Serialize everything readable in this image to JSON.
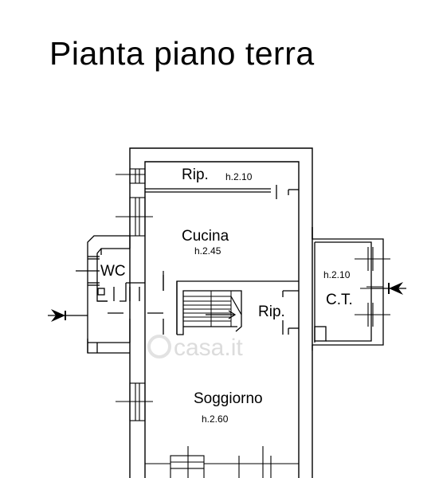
{
  "title": "Pianta piano terra",
  "rooms": {
    "rip_top": {
      "name": "Rip.",
      "height": "h.2.10"
    },
    "cucina": {
      "name": "Cucina",
      "height": "h.2.45"
    },
    "wc": {
      "name": "WC"
    },
    "ct": {
      "name": "C.T.",
      "height": "h.2.10"
    },
    "rip_stairs": {
      "name": "Rip."
    },
    "soggiorno": {
      "name": "Soggiorno",
      "height": "h.2.60"
    }
  },
  "watermark": "casa.it"
}
